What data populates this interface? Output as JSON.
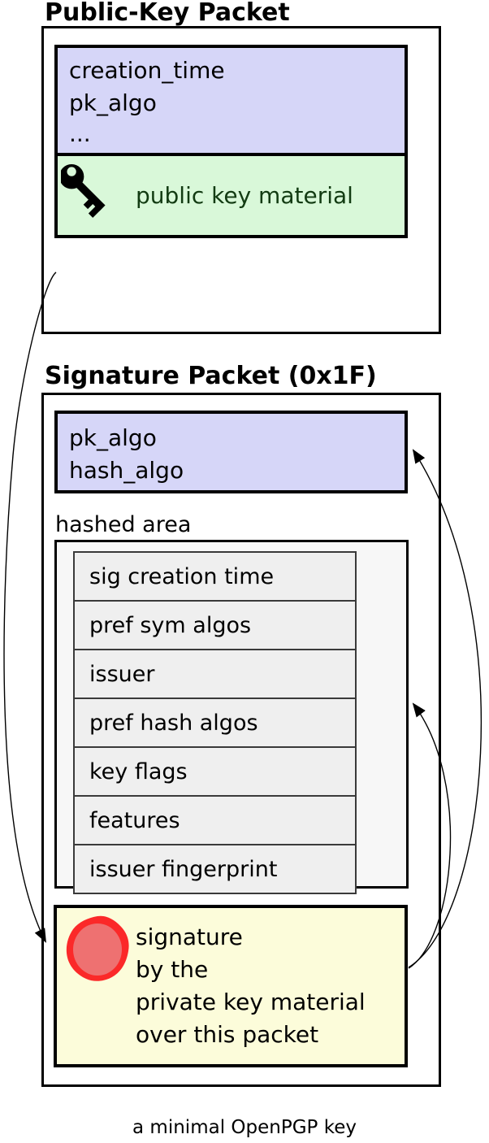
{
  "public_packet": {
    "title": "Public-Key Packet",
    "header_fields": [
      "creation_time",
      "pk_algo",
      "..."
    ],
    "key_material_label": "public key material"
  },
  "signature_packet": {
    "title": "Signature Packet (0x1F)",
    "header_fields": [
      "pk_algo",
      "hash_algo"
    ],
    "hashed_area_label": "hashed area",
    "subpackets": [
      "sig creation time",
      "pref sym algos",
      "issuer",
      "pref hash algos",
      "key flags",
      "features",
      "issuer fingerprint"
    ],
    "signature_lines": [
      "signature",
      "by the",
      "private key material",
      "over this packet"
    ]
  },
  "caption": "a minimal OpenPGP key",
  "colors": {
    "header_fill": "#d6d6f8",
    "key_material_fill": "#d9f8d9",
    "key_material_text": "#123b12",
    "signature_fill": "#fcfcda",
    "subpacket_fill": "#efefef",
    "hashed_fill": "#f7f7f7",
    "seal_ring": "#fb2929",
    "seal_inner": "#ee7171"
  },
  "icons": {
    "key": "key-icon",
    "seal": "wax-seal-icon"
  }
}
